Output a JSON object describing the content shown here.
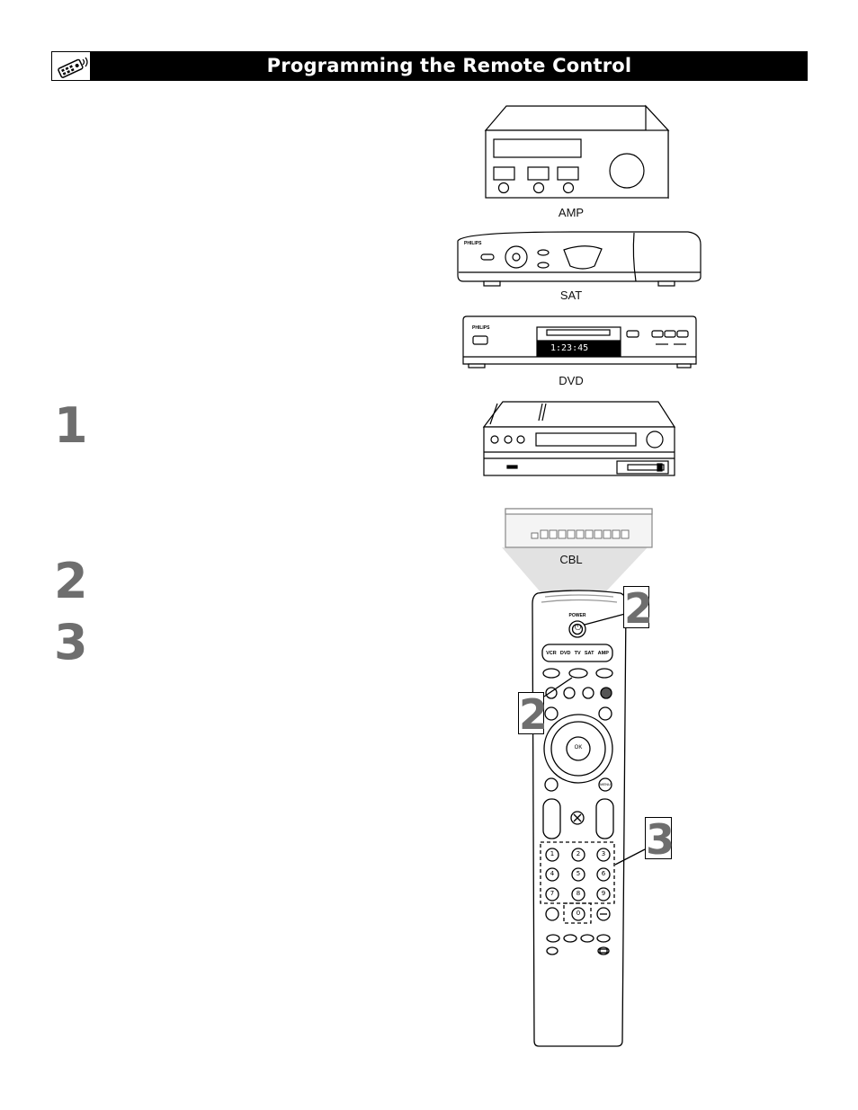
{
  "header": {
    "title": "Programming the Remote Control",
    "icon": "remote-control-icon"
  },
  "steps": [
    "1",
    "2",
    "3"
  ],
  "devices": {
    "amp": "AMP",
    "sat": "SAT",
    "dvd": "DVD",
    "cbl": "CBL"
  },
  "device_text": {
    "brand": "PHILIPS",
    "dvd_display": "1:23:45"
  },
  "remote": {
    "power_label": "POWER",
    "source_buttons": [
      "VCR",
      "DVD",
      "TV",
      "SAT",
      "AMP"
    ],
    "ok_label": "OK",
    "menu_label": "MENU",
    "keypad": [
      "1",
      "2",
      "3",
      "4",
      "5",
      "6",
      "7",
      "8",
      "9",
      "0"
    ]
  },
  "callouts": {
    "power": "2",
    "source": "2",
    "keypad": "3"
  }
}
